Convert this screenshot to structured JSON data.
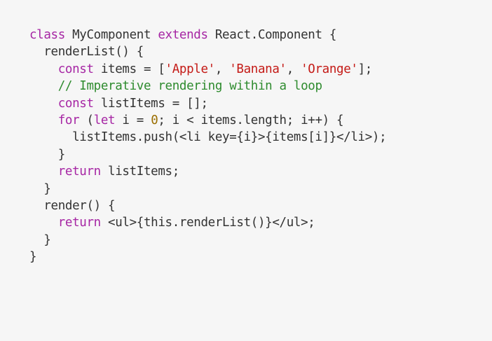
{
  "colors": {
    "background": "#f6f6f6",
    "text": "#333333",
    "keyword": "#a626a4",
    "string": "#c41a16",
    "comment": "#2e8b2e",
    "number": "#9a6e00"
  },
  "code": {
    "lines": [
      [
        {
          "t": "keyword",
          "v": "class"
        },
        {
          "t": "plain",
          "v": " MyComponent "
        },
        {
          "t": "keyword",
          "v": "extends"
        },
        {
          "t": "plain",
          "v": " React.Component {"
        }
      ],
      [
        {
          "t": "plain",
          "v": "  renderList() {"
        }
      ],
      [
        {
          "t": "plain",
          "v": "    "
        },
        {
          "t": "keyword",
          "v": "const"
        },
        {
          "t": "plain",
          "v": " items = ["
        },
        {
          "t": "string",
          "v": "'Apple'"
        },
        {
          "t": "plain",
          "v": ", "
        },
        {
          "t": "string",
          "v": "'Banana'"
        },
        {
          "t": "plain",
          "v": ", "
        },
        {
          "t": "string",
          "v": "'Orange'"
        },
        {
          "t": "plain",
          "v": "];"
        }
      ],
      [
        {
          "t": "plain",
          "v": "    "
        },
        {
          "t": "comment",
          "v": "// Imperative rendering within a loop"
        }
      ],
      [
        {
          "t": "plain",
          "v": "    "
        },
        {
          "t": "keyword",
          "v": "const"
        },
        {
          "t": "plain",
          "v": " listItems = [];"
        }
      ],
      [
        {
          "t": "plain",
          "v": "    "
        },
        {
          "t": "keyword",
          "v": "for"
        },
        {
          "t": "plain",
          "v": " ("
        },
        {
          "t": "keyword",
          "v": "let"
        },
        {
          "t": "plain",
          "v": " i = "
        },
        {
          "t": "number",
          "v": "0"
        },
        {
          "t": "plain",
          "v": "; i < items.length; i++) {"
        }
      ],
      [
        {
          "t": "plain",
          "v": "      listItems.push(<li key={i}>{items[i]}</li>);"
        }
      ],
      [
        {
          "t": "plain",
          "v": "    }"
        }
      ],
      [
        {
          "t": "plain",
          "v": "    "
        },
        {
          "t": "keyword",
          "v": "return"
        },
        {
          "t": "plain",
          "v": " listItems;"
        }
      ],
      [
        {
          "t": "plain",
          "v": "  }"
        }
      ],
      [
        {
          "t": "plain",
          "v": "  render() {"
        }
      ],
      [
        {
          "t": "plain",
          "v": "    "
        },
        {
          "t": "keyword",
          "v": "return"
        },
        {
          "t": "plain",
          "v": " <ul>{this.renderList()}</ul>;"
        }
      ],
      [
        {
          "t": "plain",
          "v": "  }"
        }
      ],
      [
        {
          "t": "plain",
          "v": "}"
        }
      ]
    ]
  }
}
